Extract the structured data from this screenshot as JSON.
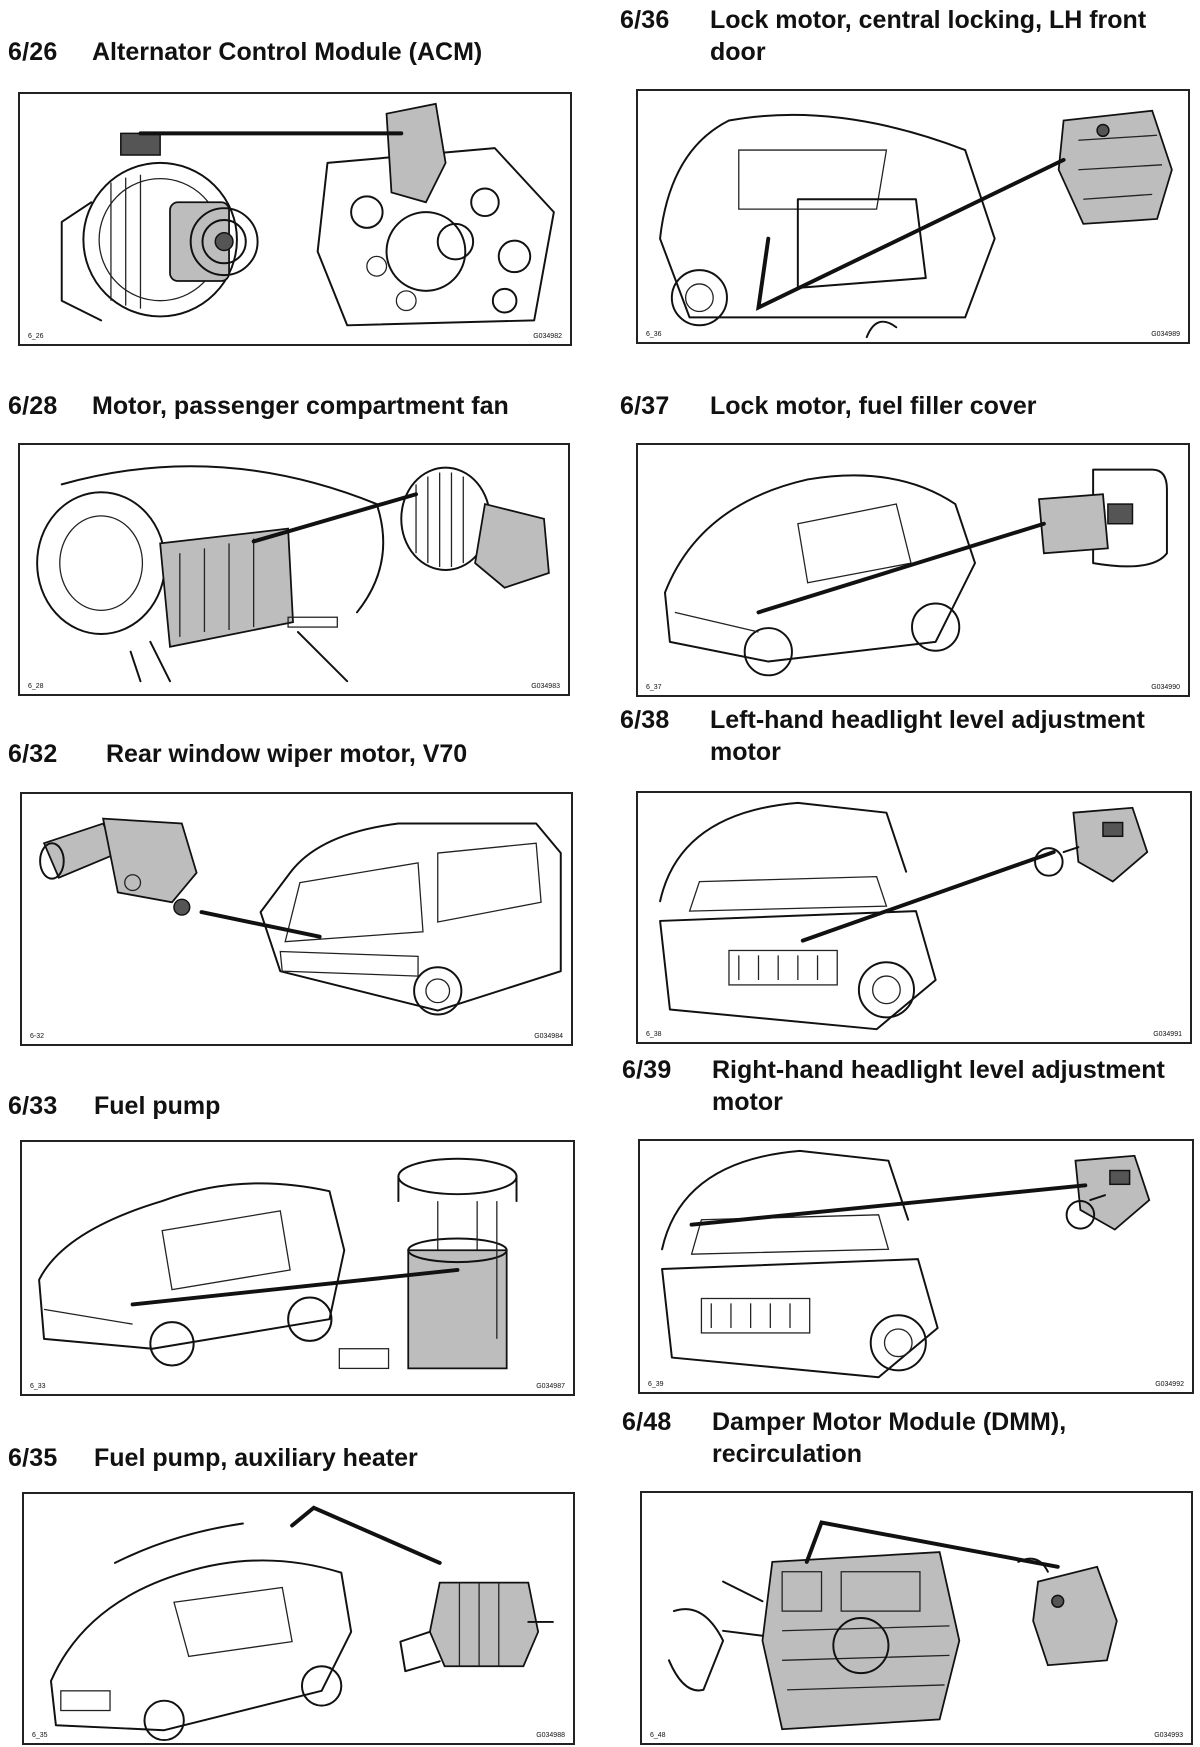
{
  "sections": [
    {
      "code": "6/26",
      "title": "Alternator Control Module (ACM)",
      "fig_left": "6_26",
      "fig_right": "G034982"
    },
    {
      "code": "6/28",
      "title": "Motor, passenger compartment fan",
      "fig_left": "6_28",
      "fig_right": "G034983"
    },
    {
      "code": "6/32",
      "title": "Rear window wiper motor, V70",
      "fig_left": "6-32",
      "fig_right": "G034984"
    },
    {
      "code": "6/33",
      "title": "Fuel pump",
      "fig_left": "6_33",
      "fig_right": "G034987"
    },
    {
      "code": "6/35",
      "title": "Fuel pump, auxiliary heater",
      "fig_left": "6_35",
      "fig_right": "G034988"
    },
    {
      "code": "6/36",
      "title_line1": "Lock motor, central locking, LH front",
      "title_line2": "door",
      "fig_left": "6_36",
      "fig_right": "G034989"
    },
    {
      "code": "6/37",
      "title": "Lock motor, fuel filler cover",
      "fig_left": "6_37",
      "fig_right": "G034990"
    },
    {
      "code": "6/38",
      "title_line1": "Left-hand headlight level adjustment",
      "title_line2": "motor",
      "fig_left": "6_38",
      "fig_right": "G034991"
    },
    {
      "code": "6/39",
      "title_line1": "Right-hand headlight level adjustment",
      "title_line2": "motor",
      "fig_left": "6_39",
      "fig_right": "G034992"
    },
    {
      "code": "6/48",
      "title_line1": "Damper Motor Module (DMM),",
      "title_line2": "recirculation",
      "fig_left": "6_48",
      "fig_right": "G034993"
    }
  ]
}
